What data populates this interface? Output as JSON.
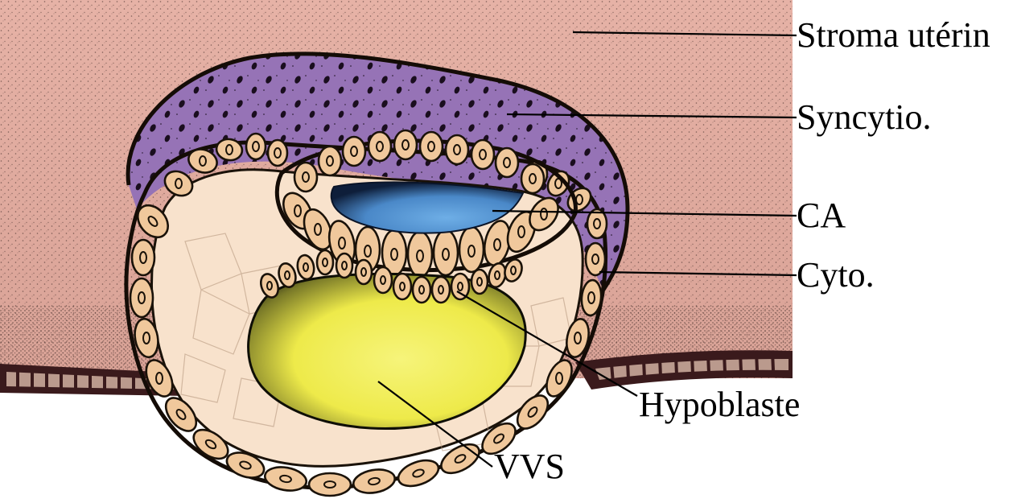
{
  "labels": {
    "stroma": "Stroma utérin",
    "syncytio": "Syncytio.",
    "ca": "CA",
    "cyto": "Cyto.",
    "hypoblaste": "Hypoblaste",
    "vvs": "VVS"
  },
  "colors": {
    "stroma": "#e4b0a4",
    "syncytio": "#9673b6",
    "cytotrophoblast": "#f0c89c",
    "cavity_fill": "#f8e2cc",
    "amniotic_cavity": "#5a9ad8",
    "yolk_sac": "#f2ee54",
    "epithelium": "#3a1a1c"
  }
}
